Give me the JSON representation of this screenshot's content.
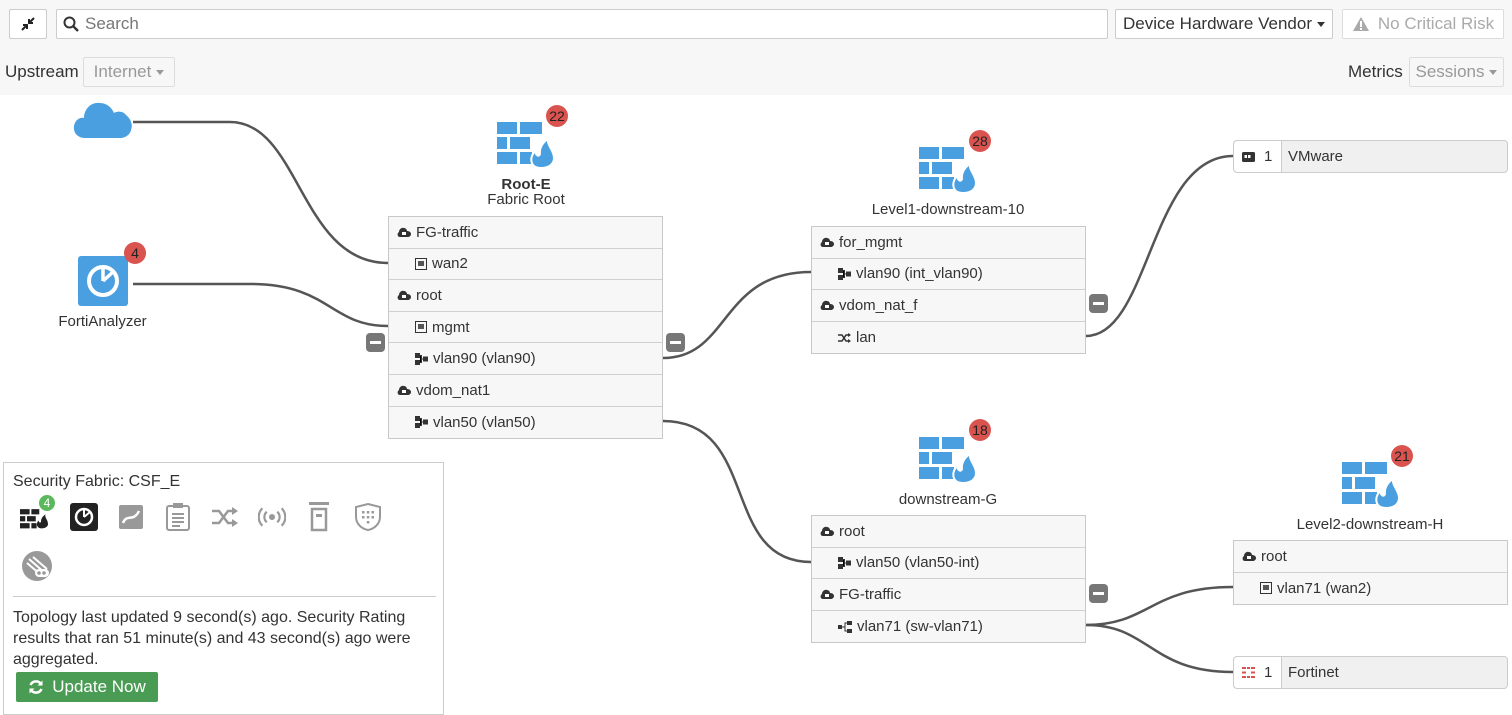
{
  "toolbar": {
    "search_placeholder": "Search",
    "vendor_button": "Device Hardware Vendor",
    "risk_button": "No Critical Risk",
    "upstream_label": "Upstream",
    "upstream_select": "Internet",
    "metrics_label": "Metrics",
    "metrics_select": "Sessions"
  },
  "colors": {
    "device_blue": "#4a9fe0",
    "badge_red": "#d9534f",
    "button_green": "#4a9b54",
    "line_gray": "#555555"
  },
  "upstream": {
    "cloud_icon": "cloud-icon",
    "analyzer": {
      "name": "FortiAnalyzer",
      "badge": "4"
    }
  },
  "root_device": {
    "name": "Root-E",
    "role": "Fabric Root",
    "badge": "22",
    "interfaces": [
      {
        "kind": "vdom",
        "label": "FG-traffic"
      },
      {
        "kind": "port",
        "label": "wan2"
      },
      {
        "kind": "vdom",
        "label": "root"
      },
      {
        "kind": "port",
        "label": "mgmt"
      },
      {
        "kind": "vlan",
        "label": "vlan90 (vlan90)"
      },
      {
        "kind": "vdom",
        "label": "vdom_nat1"
      },
      {
        "kind": "vlan",
        "label": "vlan50 (vlan50)"
      }
    ]
  },
  "level1": {
    "name": "Level1-downstream-10",
    "badge": "28",
    "interfaces": [
      {
        "kind": "vdom",
        "label": "for_mgmt"
      },
      {
        "kind": "vlan",
        "label": "vlan90 (int_vlan90)"
      },
      {
        "kind": "vdom",
        "label": "vdom_nat_f"
      },
      {
        "kind": "switch",
        "label": "lan"
      }
    ]
  },
  "downstream_g": {
    "name": "downstream-G",
    "badge": "18",
    "interfaces": [
      {
        "kind": "vdom",
        "label": "root"
      },
      {
        "kind": "vlan",
        "label": "vlan50 (vlan50-int)"
      },
      {
        "kind": "vdom",
        "label": "FG-traffic"
      },
      {
        "kind": "vlan",
        "label": "vlan71 (sw-vlan71)"
      }
    ]
  },
  "level2": {
    "name": "Level2-downstream-H",
    "badge": "21",
    "interfaces": [
      {
        "kind": "vdom",
        "label": "root"
      },
      {
        "kind": "port",
        "label": "vlan71 (wan2)"
      }
    ]
  },
  "endpoints": {
    "vmware": {
      "count": "1",
      "name": "VMware"
    },
    "fortinet": {
      "count": "1",
      "name": "Fortinet"
    }
  },
  "legend": {
    "title": "Security Fabric: CSF_E",
    "fortigate_count": "4",
    "status_text": "Topology last updated 9 second(s) ago. Security Rating results that ran 51 minute(s) and 43 second(s) ago were aggregated.",
    "update_button": "Update Now"
  }
}
